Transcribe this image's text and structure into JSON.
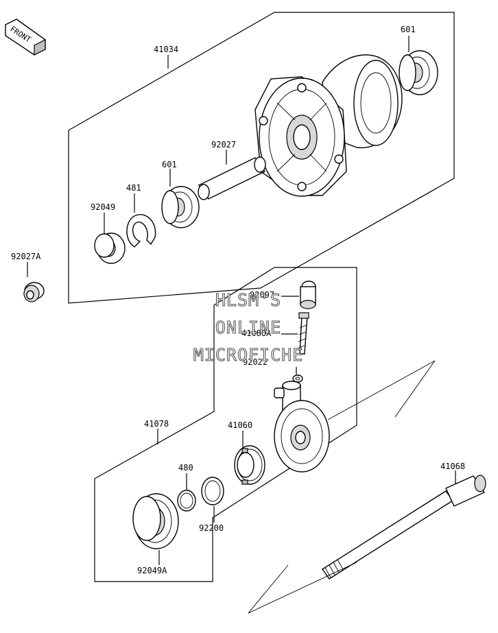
{
  "badge": {
    "text": "FRONT"
  },
  "parts": {
    "p41034": "41034",
    "p601_top": "601",
    "p92027": "92027",
    "p601_mid": "601",
    "p481": "481",
    "p92049": "92049",
    "p92027A": "92027A",
    "p92097": "92097",
    "p41080A": "41080A",
    "p92022": "92022",
    "p41078": "41078",
    "p41060": "41060",
    "p480": "480",
    "p92200": "92200",
    "p41068": "41068",
    "p92049A": "92049A"
  },
  "watermark": {
    "line1": "HLSM'S",
    "line2": "ONLINE",
    "line3": "MICROFICHE"
  }
}
